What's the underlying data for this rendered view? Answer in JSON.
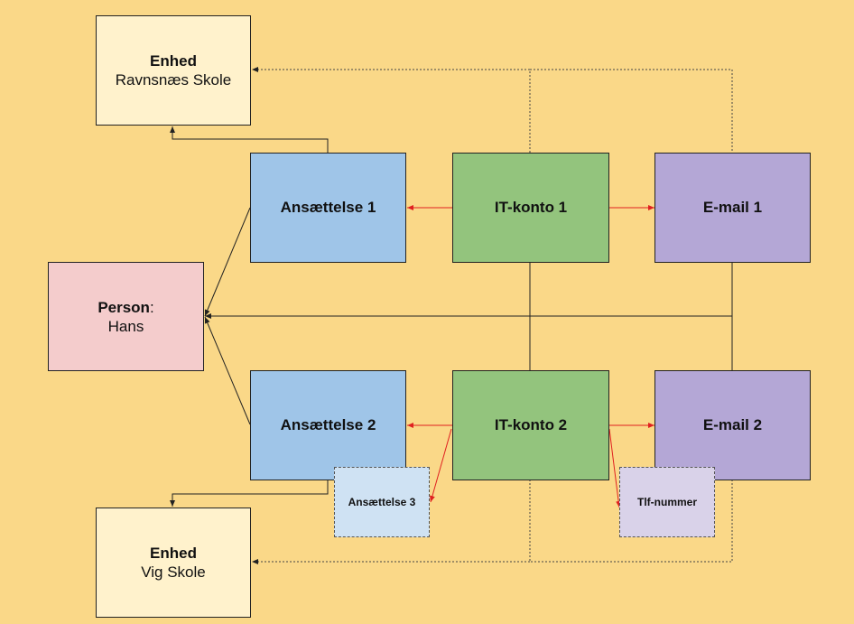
{
  "nodes": {
    "enhed_top": {
      "title": "Enhed",
      "subtitle": "Ravnsnæs Skole"
    },
    "enhed_bottom": {
      "title": "Enhed",
      "subtitle": "Vig Skole"
    },
    "person": {
      "title": "Person",
      "suffix": ":",
      "subtitle": "Hans"
    },
    "ans1": {
      "label": "Ansættelse 1"
    },
    "ans2": {
      "label": "Ansættelse 2"
    },
    "ans3": {
      "label": "Ansættelse 3"
    },
    "it1": {
      "label": "IT-konto 1"
    },
    "it2": {
      "label": "IT-konto 2"
    },
    "mail1": {
      "label": "E-mail 1"
    },
    "mail2": {
      "label": "E-mail 2"
    },
    "tlf": {
      "label": "Tlf-nummer"
    }
  },
  "colors": {
    "background": "#fad888",
    "enhed": "#fff2cc",
    "person": "#f4cccc",
    "ansaettelse": "#9fc5e8",
    "ansaettelse_optional": "#cfe2f3",
    "it_konto": "#93c47d",
    "email": "#b4a7d6",
    "tlf_optional": "#d9d2e9",
    "arrow_red": "#e02020",
    "arrow_dark": "#222222"
  }
}
